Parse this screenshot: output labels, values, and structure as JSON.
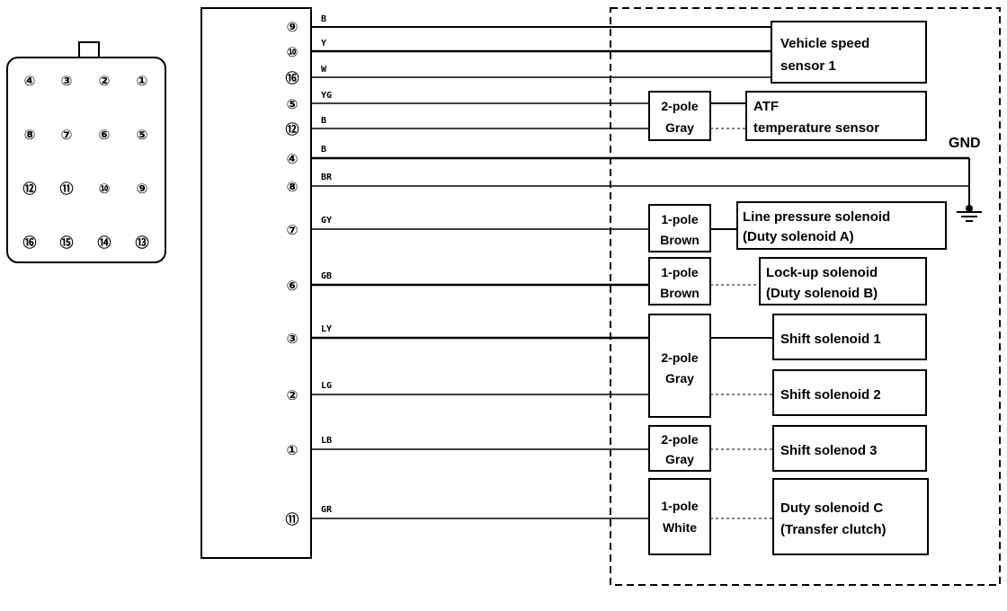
{
  "face_pins": [
    [
      "④",
      "③",
      "②",
      "①"
    ],
    [
      "⑧",
      "⑦",
      "⑥",
      "⑤"
    ],
    [
      "⑫",
      "⑪",
      "⑩",
      "⑨"
    ],
    [
      "⑯",
      "⑮",
      "⑭",
      "⑬"
    ]
  ],
  "terminals": [
    {
      "pin": "⑨",
      "wire": "B"
    },
    {
      "pin": "⑩",
      "wire": "Y"
    },
    {
      "pin": "⑯",
      "wire": "W"
    },
    {
      "pin": "⑤",
      "wire": "YG"
    },
    {
      "pin": "⑫",
      "wire": "B"
    },
    {
      "pin": "④",
      "wire": "B"
    },
    {
      "pin": "⑧",
      "wire": "BR"
    },
    {
      "pin": "⑦",
      "wire": "GY"
    },
    {
      "pin": "⑥",
      "wire": "GB"
    },
    {
      "pin": "③",
      "wire": "LY"
    },
    {
      "pin": "②",
      "wire": "LG"
    },
    {
      "pin": "①",
      "wire": "LB"
    },
    {
      "pin": "⑪",
      "wire": "GR"
    }
  ],
  "connectors": [
    {
      "line1": "2-pole",
      "line2": "Gray"
    },
    {
      "line1": "1-pole",
      "line2": "Brown"
    },
    {
      "line1": "1-pole",
      "line2": "Brown"
    },
    {
      "line1": "2-pole",
      "line2": "Gray"
    },
    {
      "line1": "2-pole",
      "line2": "Gray"
    },
    {
      "line1": "1-pole",
      "line2": "White"
    }
  ],
  "components": [
    {
      "line1": "Vehicle speed",
      "line2": "sensor 1"
    },
    {
      "line1": "ATF",
      "line2": "temperature sensor"
    },
    {
      "line1": "Line pressure solenoid",
      "line2": "(Duty solenoid A)"
    },
    {
      "line1": "Lock-up solenoid",
      "line2": "(Duty solenoid B)"
    },
    {
      "line1": "Shift solenoid 1",
      "line2": ""
    },
    {
      "line1": "Shift solenoid 2",
      "line2": ""
    },
    {
      "line1": "Shift solenod 3",
      "line2": ""
    },
    {
      "line1": "Duty solenoid C",
      "line2": "(Transfer clutch)"
    }
  ],
  "gnd_label": "GND"
}
